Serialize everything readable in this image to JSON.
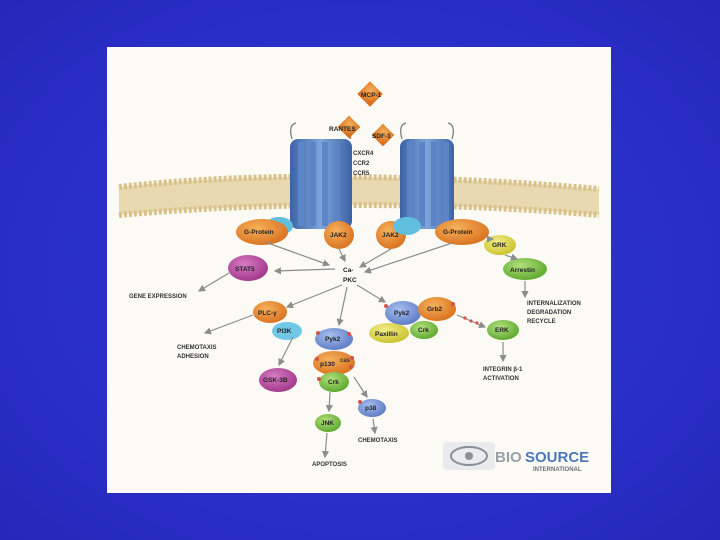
{
  "ligands": {
    "mcp1": "MCP-1",
    "rantes": "RANTES",
    "sdf1": "SDF-1"
  },
  "receptors": {
    "line1": "CXCR4",
    "line2": "CCR2",
    "line3": "CCR5"
  },
  "membrane_proteins": {
    "gprotein_left": "G-Protein",
    "jak2_left": "JAK2",
    "jak2_right": "JAK2",
    "gprotein_right": "G-Protein",
    "grk": "GRK",
    "arrestin": "Arrestin"
  },
  "central": {
    "ca_line1": "Ca-",
    "ca_line2": "PKC"
  },
  "stat": "STAT5",
  "outputs": {
    "gene_expression": "GENE EXPRESSION",
    "internalization": [
      "INTERNALIZATION",
      "DEGRADATION",
      "RECYCLE"
    ],
    "chemotaxis_adhesion": [
      "CHEMOTAXIS",
      "ADHESION"
    ],
    "integrin": [
      "INTEGRIN β-1",
      "ACTIVATION"
    ],
    "apoptosis": "APOPTOSIS",
    "chemotaxis": "CHEMOTAXIS"
  },
  "proteins": {
    "plc": "PLC-γ",
    "pi3k": "PI3K",
    "pyk2_center": "Pyk2",
    "p130": "p130",
    "p130_sup": "cas",
    "crk_center": "Crk",
    "gsk3b": "GSK-3B",
    "jnk": "JNK",
    "p38": "p38",
    "pyk2_right": "Pyk2",
    "grb2": "Grb2",
    "crk_right": "Crk",
    "paxillin": "Paxillin",
    "erk": "ERK"
  },
  "logo": {
    "bio": "BIO",
    "source": "SOURCE",
    "international": "INTERNATIONAL"
  },
  "colors": {
    "background": "#2a2fc9",
    "panel": "#fbfaf5",
    "receptor": "#4a78b8",
    "orange": "#e8862e",
    "magenta": "#b5479a",
    "green": "#7cc243",
    "blue_protein": "#6f8fd6",
    "yellow": "#e0d63a",
    "teal": "#4fb3d3",
    "arrow": "#8c8c8c"
  }
}
